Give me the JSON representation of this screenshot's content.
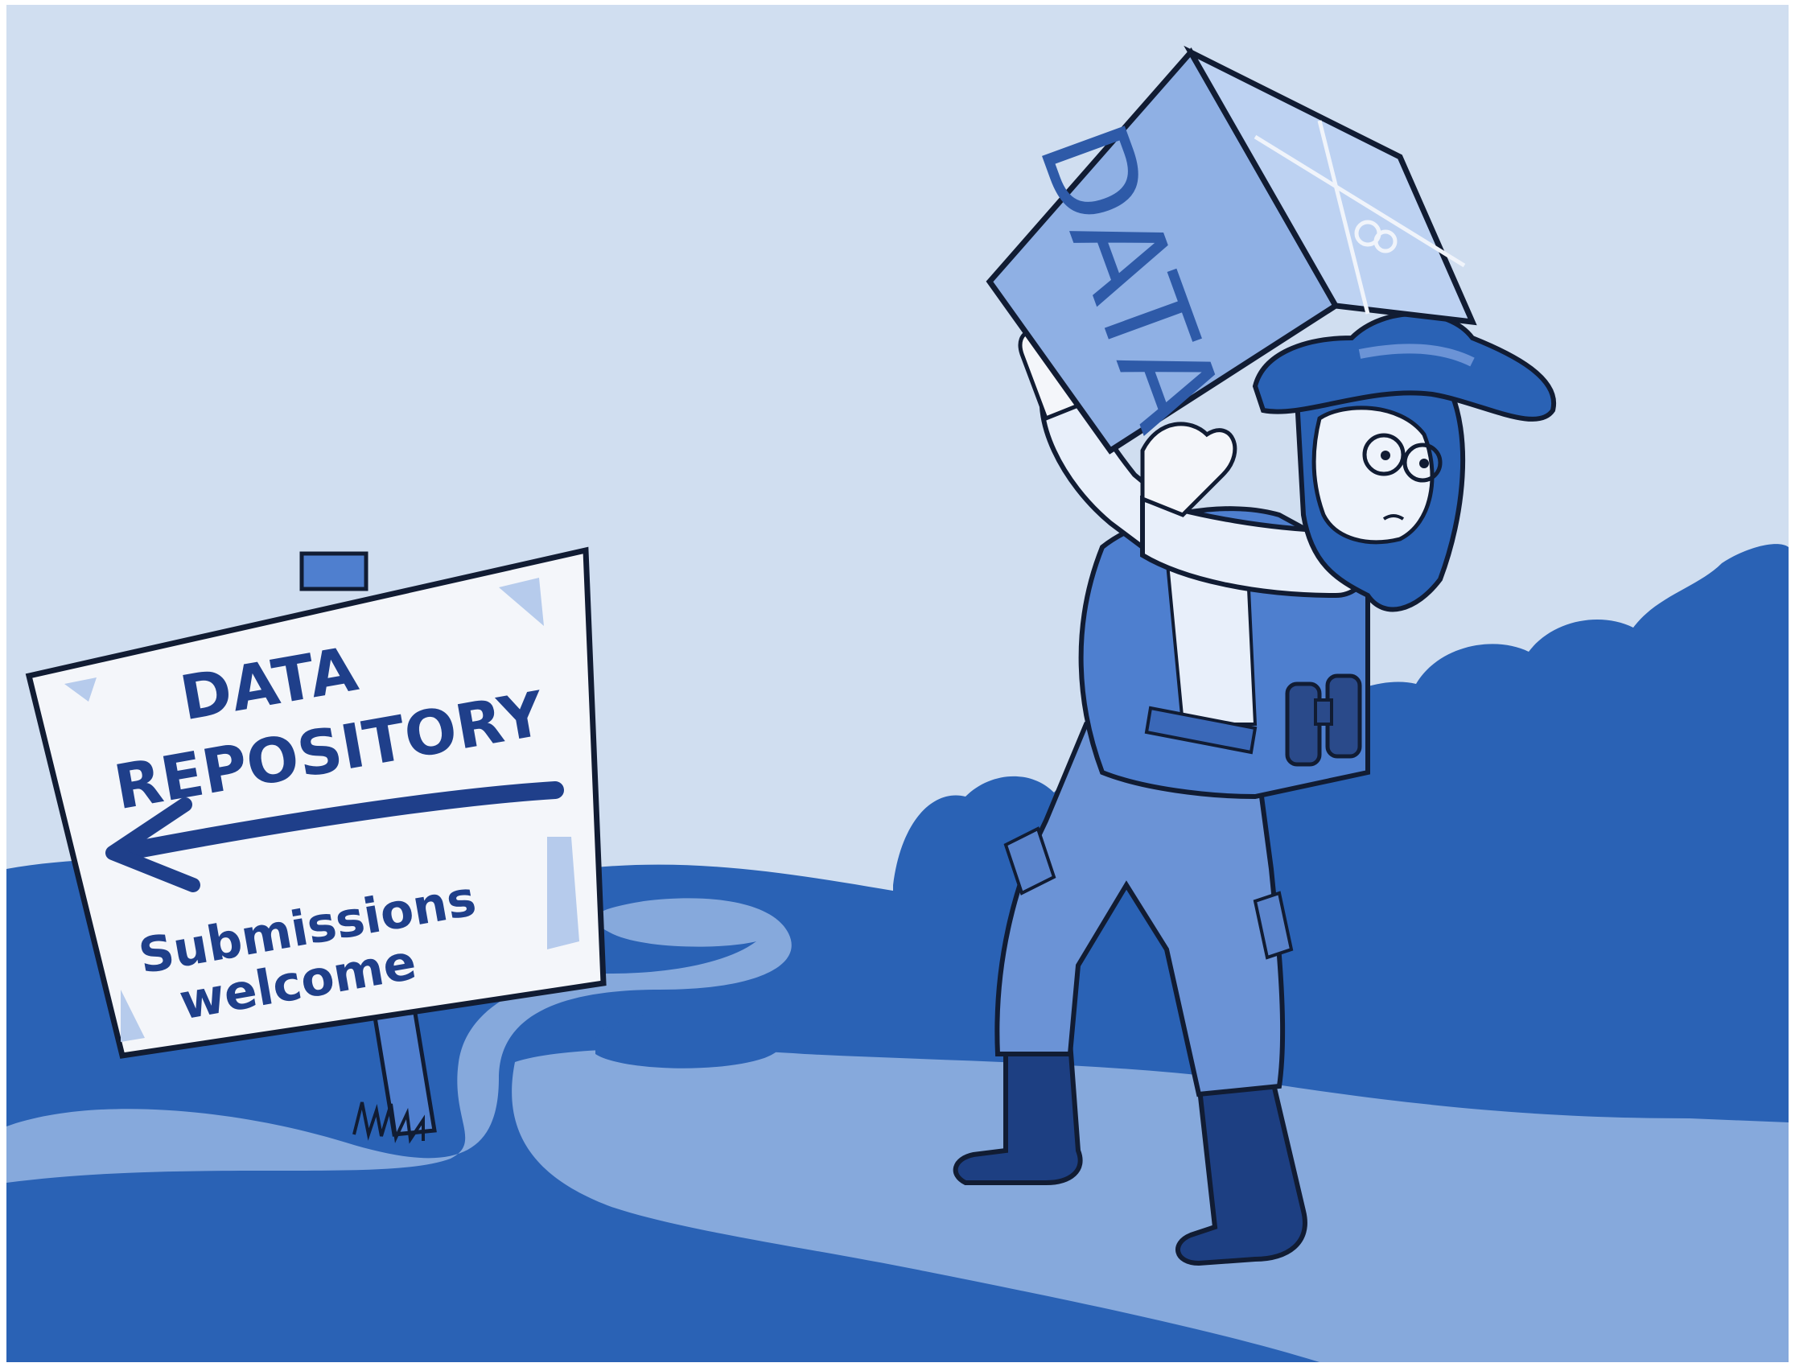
{
  "sign": {
    "line1": "DATA",
    "line2": "REPOSITORY",
    "line3": "Submissions",
    "line4": "welcome"
  },
  "box": {
    "label": "DATA"
  },
  "colors": {
    "sky": "#d0def0",
    "hill_dark": "#2a62b5",
    "path_light": "#86a9dc",
    "ink": "#111c33",
    "sign_face": "#f4f6fa",
    "sign_text": "#1f3f8a"
  },
  "icons": {
    "arrow": "left-arrow-icon"
  }
}
